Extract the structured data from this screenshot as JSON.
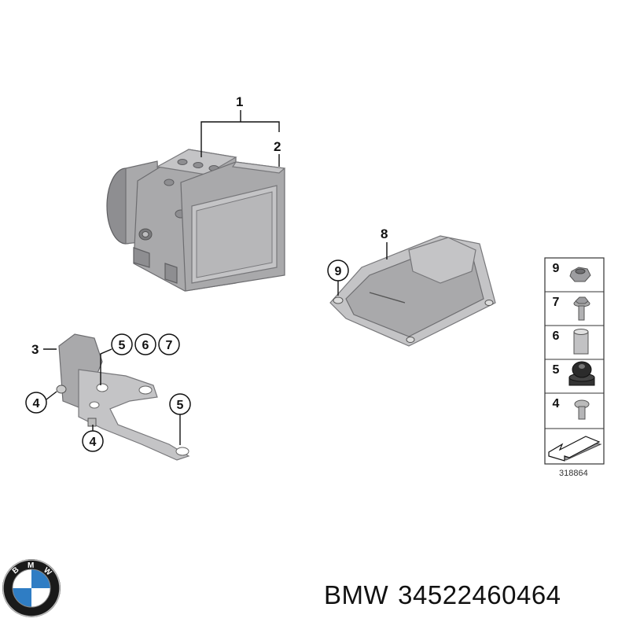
{
  "callouts": {
    "abs_unit": "1",
    "control_module": "2",
    "bracket": "3",
    "bracket_bolt_a": "4",
    "bracket_bolt_b": "4",
    "bracket_5": "5",
    "bracket_6": "6",
    "bracket_7": "7",
    "grommet_5": "5",
    "cover": "8",
    "cover_nut": "9"
  },
  "legend": {
    "items": [
      "9",
      "7",
      "6",
      "5",
      "4"
    ]
  },
  "diagram_id": "318864",
  "footer": {
    "brand": "BMW",
    "part_number": "34522460464"
  },
  "logo": {
    "letters": [
      "B",
      "M",
      "W"
    ],
    "colors": {
      "ring": "#1a1a1a",
      "blue": "#2f7dc4",
      "white": "#ffffff"
    }
  }
}
